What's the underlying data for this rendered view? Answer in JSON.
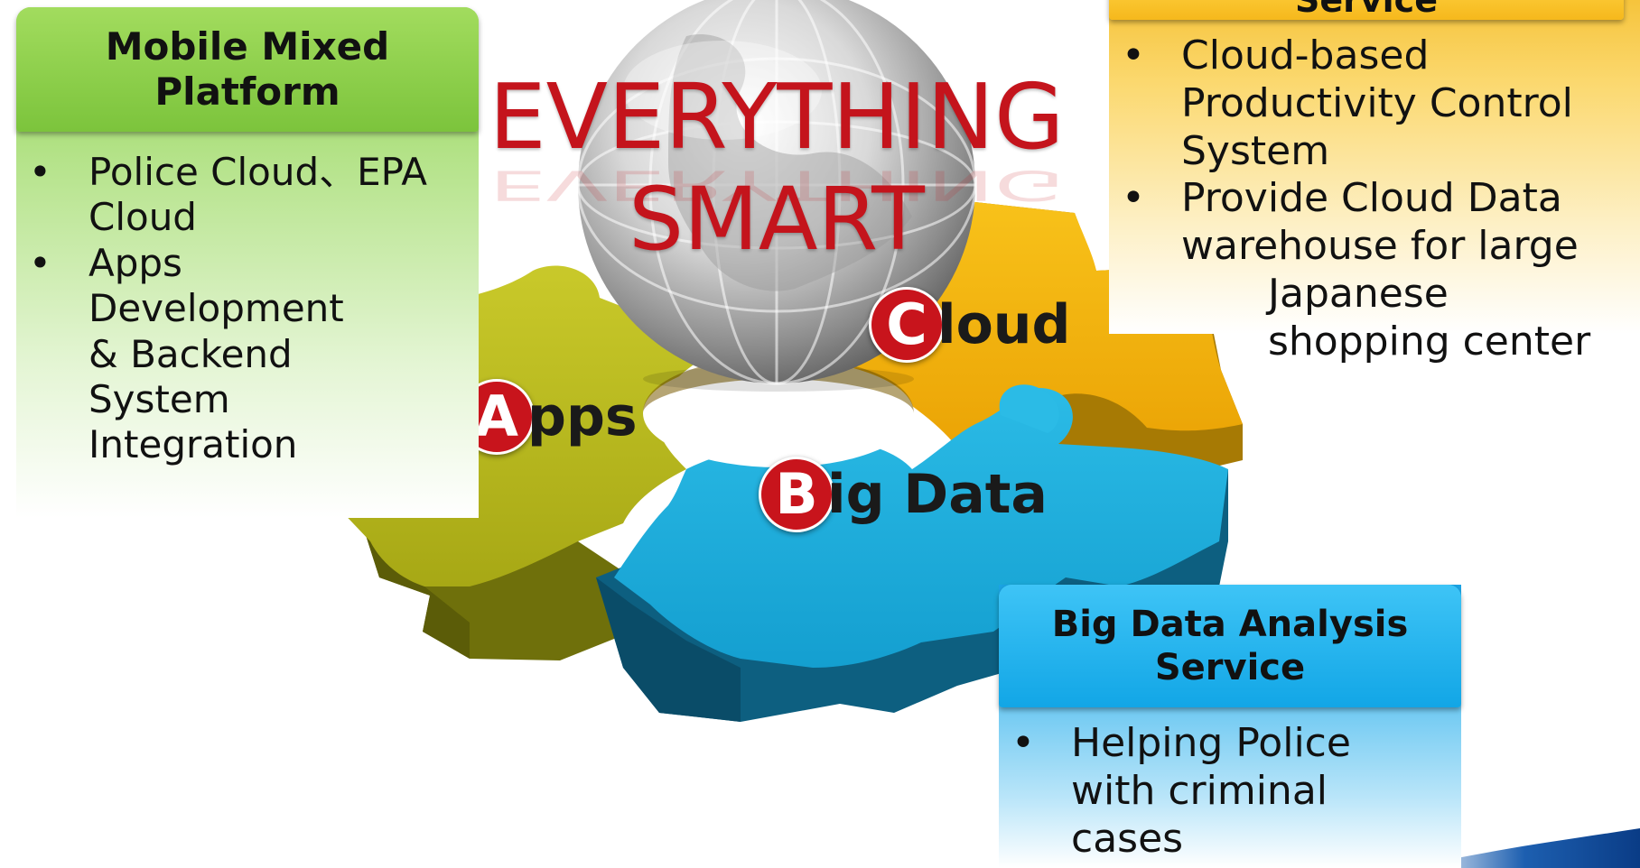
{
  "title": {
    "line1": "EVERYTHING",
    "line2": "SMART"
  },
  "gears": {
    "apps": {
      "initial": "A",
      "rest": "pps"
    },
    "cloud": {
      "initial": "C",
      "rest": "loud"
    },
    "bigdata": {
      "initial": "B",
      "rest": "ig Data"
    }
  },
  "panels": {
    "mobile": {
      "heading_line1": "Mobile Mixed",
      "heading_line2": "Platform",
      "items": [
        [
          "Police Cloud、EPA",
          "Cloud"
        ],
        [
          "Apps",
          "Development",
          "& Backend",
          "System",
          "Integration"
        ]
      ]
    },
    "cloud_service": {
      "heading": "Service",
      "items": [
        [
          "Cloud-based",
          "Productivity Control",
          "System"
        ],
        [
          "Provide Cloud Data",
          "warehouse for large"
        ]
      ],
      "continuation": [
        "Japanese",
        "shopping center"
      ]
    },
    "bigdata_service": {
      "heading_line1": "Big Data Analysis",
      "heading_line2": "Service",
      "items": [
        [
          "Helping Police",
          "with criminal",
          "cases"
        ]
      ]
    }
  },
  "colors": {
    "title_red": "#c4141c",
    "green_gear": "#b8ba1a",
    "orange_gear": "#f3ae06",
    "blue_gear": "#18aedc",
    "badge_red": "#c8141c",
    "corner_accent": "#1d5fb0"
  }
}
